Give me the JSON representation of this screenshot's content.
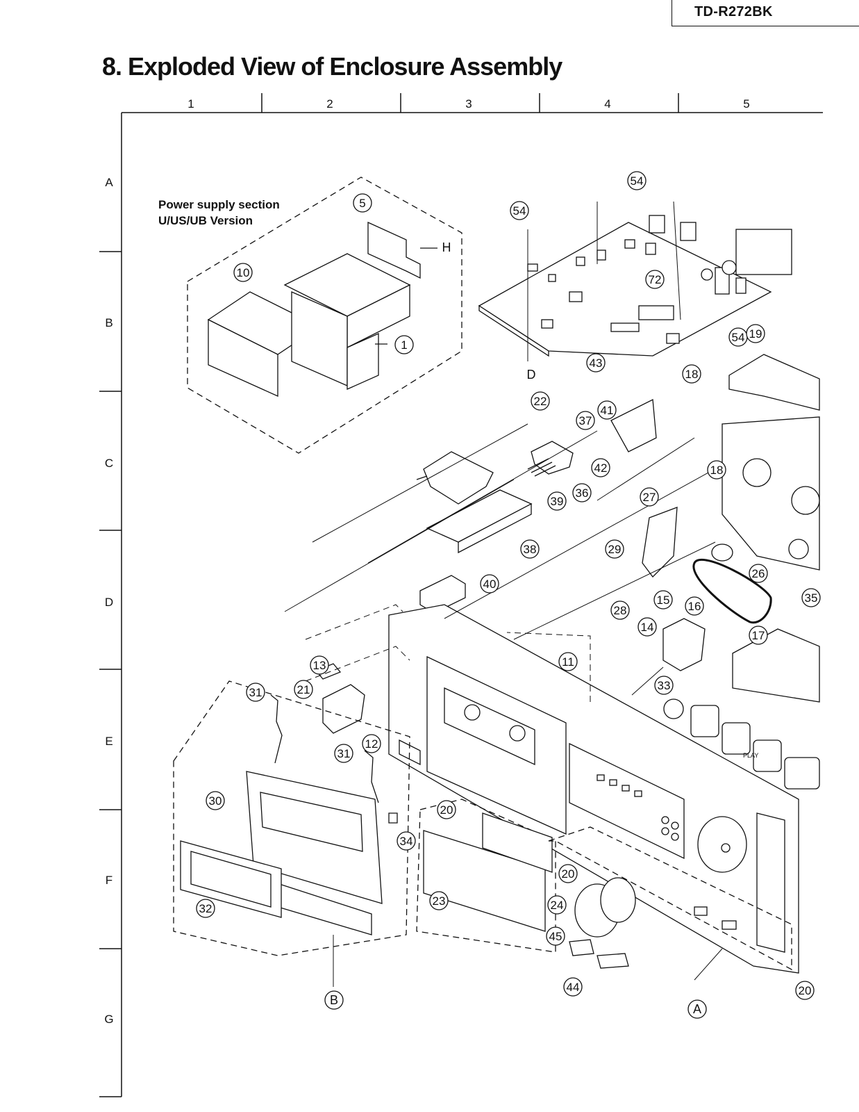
{
  "header": {
    "model": "TD-R272BK",
    "title": "8.  Exploded View of Enclosure Assembly"
  },
  "grid": {
    "columns": [
      "1",
      "2",
      "3",
      "4",
      "5"
    ],
    "rows": [
      "A",
      "B",
      "C",
      "D",
      "E",
      "F",
      "G"
    ]
  },
  "inset": {
    "title_line1": "Power supply section",
    "title_line2": "U/US/UB Version"
  },
  "part_numbers": [
    "54",
    "54",
    "5",
    "10",
    "1",
    "72",
    "54",
    "19",
    "43",
    "18",
    "22",
    "37",
    "41",
    "42",
    "36",
    "39",
    "18",
    "27",
    "38",
    "29",
    "26",
    "40",
    "15",
    "16",
    "28",
    "35",
    "14",
    "17",
    "13",
    "11",
    "21",
    "31",
    "33",
    "12",
    "31",
    "30",
    "20",
    "34",
    "20",
    "23",
    "24",
    "32",
    "45",
    "44",
    "20"
  ],
  "letters": [
    "H",
    "D",
    "B",
    "A"
  ],
  "panel_text": {
    "play": "PLAY"
  }
}
